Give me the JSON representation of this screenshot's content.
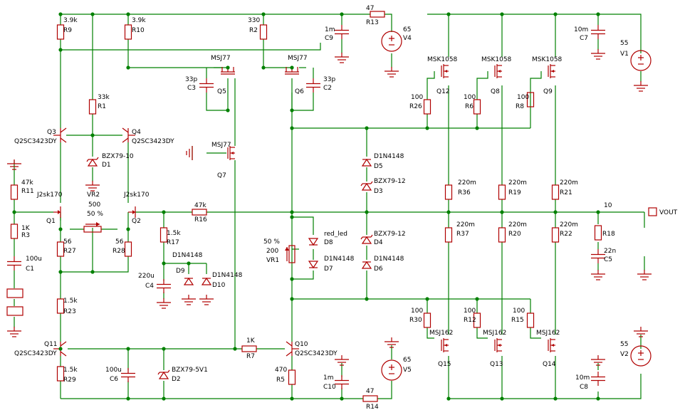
{
  "colors": {
    "background": "#ffffff",
    "wire": "#008000",
    "component": "#b00000",
    "text": "#000000"
  },
  "labels": {
    "r9v": "3.9k",
    "r9": "R9",
    "r10v": "3.9k",
    "r10": "R10",
    "r2v": "330",
    "r2": "R2",
    "c9v": "1m",
    "c9": "C9",
    "r13v": "47",
    "r13": "R13",
    "v4v": "65",
    "v4": "V4",
    "c7v": "10m",
    "c7": "C7",
    "v1v": "55",
    "v1": "V1",
    "q5t": "MSJ77",
    "q6t": "MSJ77",
    "c3v": "33p",
    "c3": "C3",
    "q5": "Q5",
    "q6": "Q6",
    "c2v": "33p",
    "c2": "C2",
    "q12t": "MSK1058",
    "q8t": "MSK1058",
    "q9t": "MSK1058",
    "q12": "Q12",
    "q8": "Q8",
    "q9": "Q9",
    "r26v": "100",
    "r26": "R26",
    "r6v": "100",
    "r6": "R6",
    "r8v": "100",
    "r8": "R8",
    "r1v": "33k",
    "r1": "R1",
    "q3": "Q3",
    "q3t": "Q2SC3423DY",
    "q4": "Q4",
    "q4t": "Q2SC3423DY",
    "d1v": "BZX79-10",
    "d1": "D1",
    "q7t": "MSJ77",
    "q7": "Q7",
    "d5v": "D1N4148",
    "d5": "D5",
    "d3v": "BZX79-12",
    "d3": "D3",
    "r36v": "220m",
    "r36": "R36",
    "r19v": "220m",
    "r19": "R19",
    "r21v": "220m",
    "r21": "R21",
    "r11v": "47k",
    "r11": "R11",
    "q1t": "J2sk170",
    "q1": "Q1",
    "vr2": "VR2",
    "vr2v": "500",
    "vr2p": "50 %",
    "q2t": "J2sk170",
    "q2": "Q2",
    "r16v": "47k",
    "r16": "R16",
    "r37v": "220m",
    "r37": "R37",
    "r20v": "220m",
    "r20": "R20",
    "r22v": "220m",
    "r22": "R22",
    "r18v": "10",
    "r18": "R18",
    "c5v": "22n",
    "c5": "C5",
    "vout": "VOUT",
    "r3v": "1K",
    "r3": "R3",
    "r27v": "56",
    "r27": "R27",
    "r28v": "56",
    "r28": "R28",
    "r17v": "1.5k",
    "r17": "R17",
    "d9d10v": "D1N4148",
    "d9": "D9",
    "d10v": "D1N4148",
    "d10": "D10",
    "c4v": "220u",
    "c4": "C4",
    "c1v": "100u",
    "c1": "C1",
    "vr1p": "50 %",
    "vr1v": "200",
    "vr1": "VR1",
    "d8v": "red_led",
    "d8": "D8",
    "d7v": "D1N4148",
    "d7": "D7",
    "d4v": "BZX79-12",
    "d4": "D4",
    "d6v": "D1N4148",
    "d6": "D6",
    "r23v": "1.5k",
    "r23": "R23",
    "r30v": "100",
    "r30": "R30",
    "r12v": "100",
    "r12": "R12",
    "r15v": "100",
    "r15": "R15",
    "q15t": "MSJ162",
    "q15": "Q15",
    "q13t": "MSJ162",
    "q13": "Q13",
    "q14t": "MSJ162",
    "q14": "Q14",
    "v2v": "55",
    "v2": "V2",
    "c8v": "10m",
    "c8": "C8",
    "q11": "Q11",
    "q11t": "Q2SC3423DY",
    "r7v": "1K",
    "r7": "R7",
    "q10": "Q10",
    "q10t": "Q2SC3423DY",
    "r29v": "1.5k",
    "r29": "R29",
    "c6v": "100u",
    "c6": "C6",
    "d2v": "BZX79-5V1",
    "d2": "D2",
    "r5v": "470",
    "r5": "R5",
    "c10v": "1m",
    "c10": "C10",
    "v5v": "65",
    "v5": "V5",
    "r14v": "47",
    "r14": "R14"
  }
}
